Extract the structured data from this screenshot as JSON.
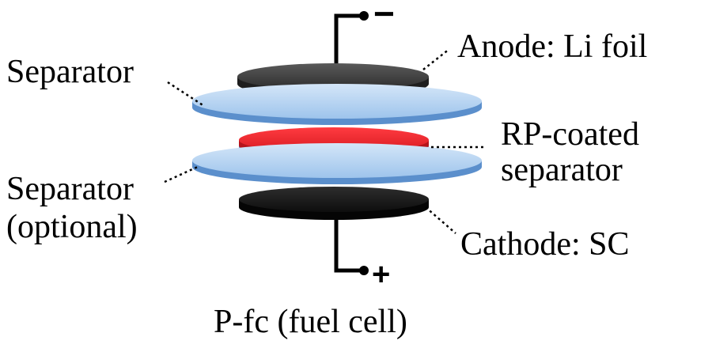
{
  "labels": {
    "anode": "Anode: Li foil",
    "separator_top": "Separator",
    "rp_line1": "RP-coated",
    "rp_line2": "separator",
    "separator_bottom_line1": "Separator",
    "separator_bottom_line2": "(optional)",
    "cathode": "Cathode: SC",
    "caption": "P-fc (fuel cell)"
  },
  "terminals": {
    "negative": "−",
    "positive": "+"
  },
  "colors": {
    "anode": "#3a3a3a",
    "separator": "#a9cdf0",
    "separator_edge": "#5b8fcc",
    "rp_coating": "#e8202a",
    "cathode": "#1c1c1c"
  }
}
